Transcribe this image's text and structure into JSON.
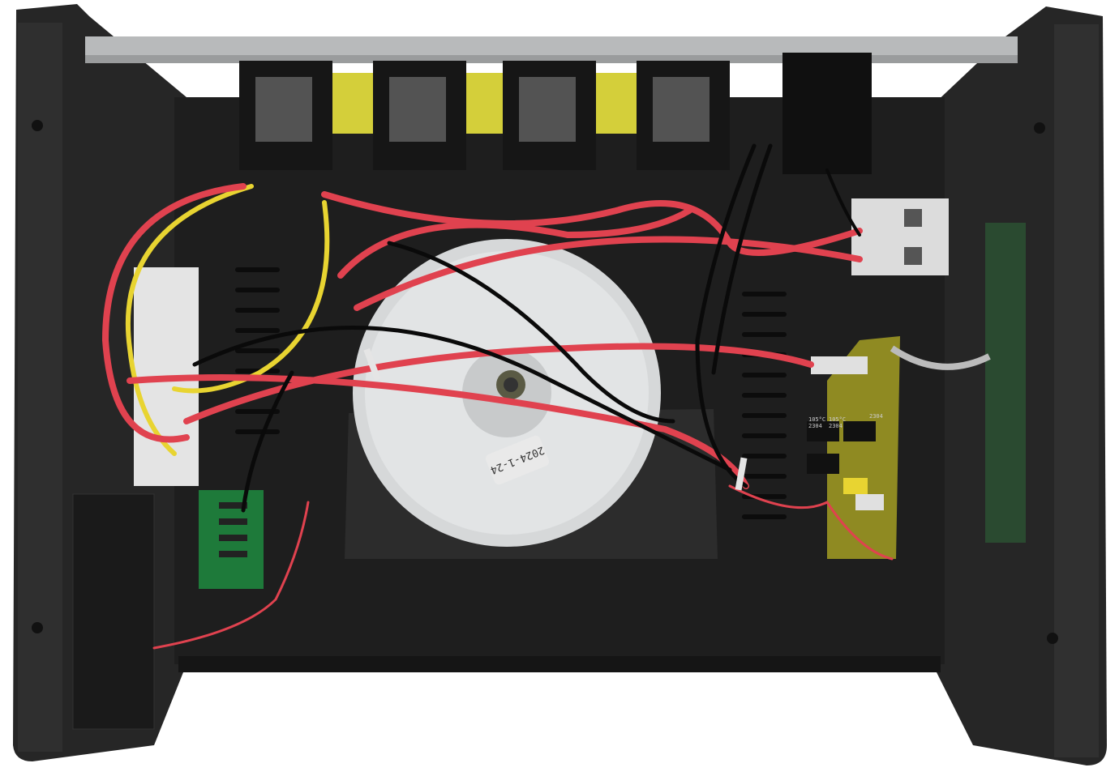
{
  "scene": {
    "subject": "Open electronic device chassis with toroidal transformer",
    "colors": {
      "background": "#ffffff",
      "chassis": "#1c1c1c",
      "side_panel": "#2a2a2a",
      "top_rail": "#b8babb",
      "transformer": "#d9dbdc",
      "wire_red": "#e0424f",
      "wire_black": "#0a0a0a",
      "wire_yellow": "#e8d431",
      "pcb_green": "#1e7a3a",
      "pcb_yellow": "#8f8a22",
      "relay_yellow": "#d4cf3a",
      "breaker": "#dcdcdc"
    }
  },
  "transformer": {
    "label": "2024-1-24"
  },
  "control_board": {
    "capacitor_labels": [
      "105°C",
      "105°C",
      "2304",
      "2304",
      "2304"
    ]
  },
  "relays": {
    "count": 4
  }
}
